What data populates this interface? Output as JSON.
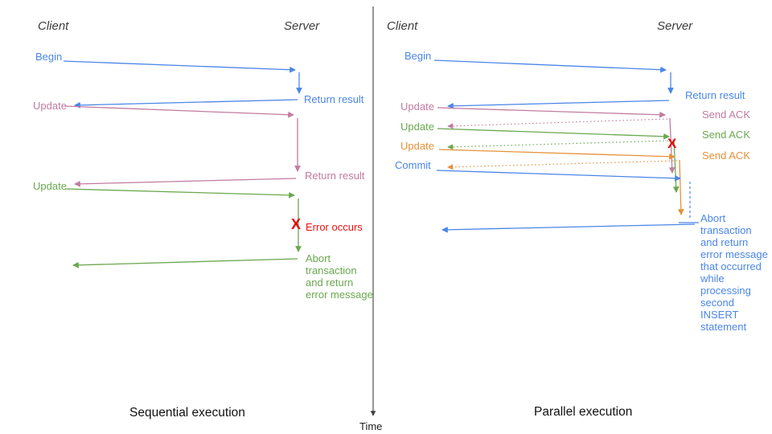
{
  "palette": {
    "blue": "#4a86e8",
    "pink": "#c27ba0",
    "green": "#6aa84f",
    "orange": "#e69138",
    "red": "#e60000",
    "axis": "#404040"
  },
  "time_axis": {
    "label": "Time"
  },
  "sequential": {
    "title": "Sequential execution",
    "client_header": "Client",
    "server_header": "Server",
    "labels": {
      "begin": "Begin",
      "return_result_1": "Return result",
      "update_1": "Update",
      "return_result_2": "Return result",
      "update_2": "Update",
      "error_mark": "X",
      "error": "Error occurs",
      "abort": "Abort\ntransaction\nand return\nerror message"
    }
  },
  "parallel": {
    "title": "Parallel execution",
    "client_header": "Client",
    "server_header": "Server",
    "labels": {
      "begin": "Begin",
      "return_result": "Return result",
      "update_1": "Update",
      "send_ack_1": "Send ACK",
      "update_2": "Update",
      "send_ack_2": "Send ACK",
      "update_3": "Update",
      "send_ack_3": "Send ACK",
      "commit": "Commit",
      "error_mark": "X",
      "abort": "Abort\ntransaction\nand return\nerror message\nthat occurred\nwhile\nprocessing\nsecond\nINSERT\nstatement"
    }
  }
}
